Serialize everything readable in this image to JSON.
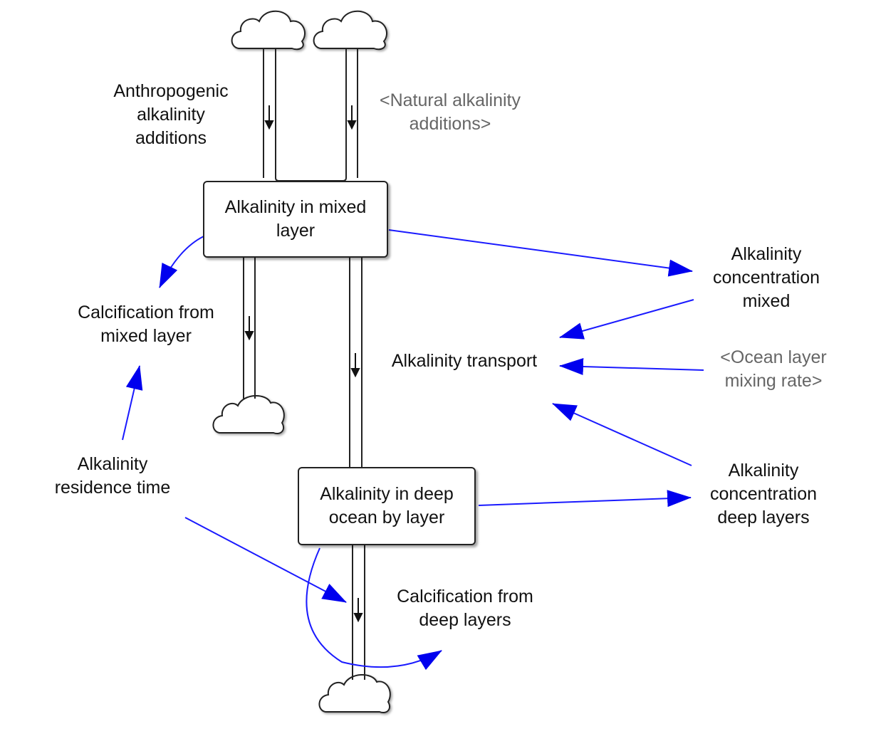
{
  "diagram": {
    "type": "stock-and-flow",
    "colors": {
      "link": "#1a1aff",
      "pipe": "#222222",
      "shadow_variable": "#808080",
      "text": "#111111"
    },
    "stocks": [
      {
        "id": "mixed",
        "label": "Alkalinity in mixed\nlayer"
      },
      {
        "id": "deep",
        "label": "Alkalinity in deep\nocean by layer"
      }
    ],
    "flows": [
      {
        "id": "anthro",
        "label": "Anthropogenic\nalkalinity\nadditions",
        "from": "cloud",
        "to": "mixed"
      },
      {
        "id": "natural",
        "label": "<Natural alkalinity\nadditions>",
        "from": "cloud",
        "to": "mixed",
        "shadow": true
      },
      {
        "id": "calc_mixed",
        "label": "Calcification from\nmixed layer",
        "from": "mixed",
        "to": "cloud"
      },
      {
        "id": "transport",
        "label": "Alkalinity transport",
        "from": "mixed",
        "to": "deep"
      },
      {
        "id": "calc_deep",
        "label": "Calcification from\ndeep layers",
        "from": "deep",
        "to": "cloud"
      }
    ],
    "variables": [
      {
        "id": "conc_mixed",
        "label": "Alkalinity\nconcentration\nmixed"
      },
      {
        "id": "mixing_rate",
        "label": "<Ocean layer\nmixing rate>",
        "shadow": true
      },
      {
        "id": "conc_deep",
        "label": "Alkalinity\nconcentration\ndeep layers"
      },
      {
        "id": "residence",
        "label": "Alkalinity\nresidence time"
      }
    ],
    "links": [
      {
        "from": "mixed",
        "to": "conc_mixed"
      },
      {
        "from": "mixed",
        "to": "calc_mixed"
      },
      {
        "from": "conc_mixed",
        "to": "transport"
      },
      {
        "from": "mixing_rate",
        "to": "transport"
      },
      {
        "from": "conc_deep",
        "to": "transport"
      },
      {
        "from": "deep",
        "to": "conc_deep"
      },
      {
        "from": "residence",
        "to": "calc_mixed"
      },
      {
        "from": "residence",
        "to": "calc_deep"
      },
      {
        "from": "deep",
        "to": "calc_deep"
      }
    ]
  }
}
